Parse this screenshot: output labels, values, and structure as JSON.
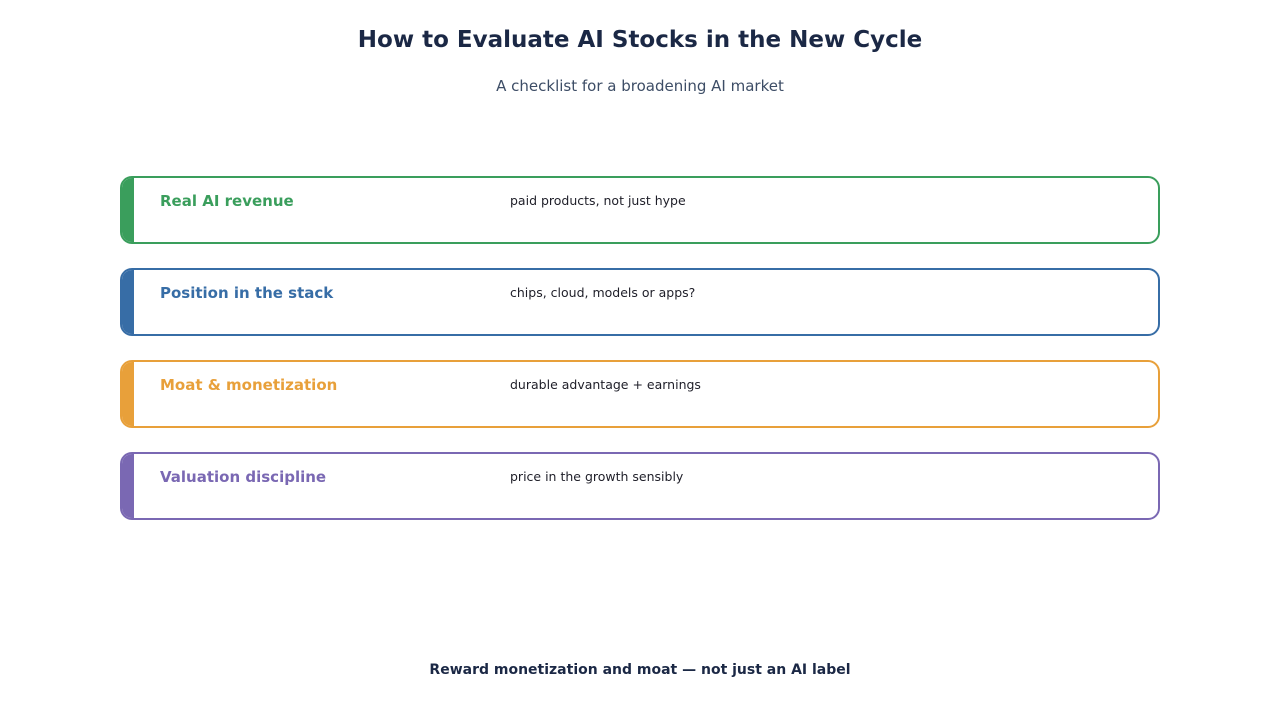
{
  "header": {
    "title": "How to Evaluate AI Stocks in the New Cycle",
    "subtitle": "A checklist for a broadening AI market"
  },
  "checklist": [
    {
      "label": "Real AI revenue",
      "description": "paid products, not just hype",
      "color": "#3a9e5c"
    },
    {
      "label": "Position in the stack",
      "description": "chips, cloud, models or apps?",
      "color": "#376da6"
    },
    {
      "label": "Moat & monetization",
      "description": "durable advantage + earnings",
      "color": "#e8a03a"
    },
    {
      "label": "Valuation discipline",
      "description": "price in the growth sensibly",
      "color": "#7a68b3"
    }
  ],
  "footer": {
    "text": "Reward monetization and moat — not just an AI label"
  }
}
